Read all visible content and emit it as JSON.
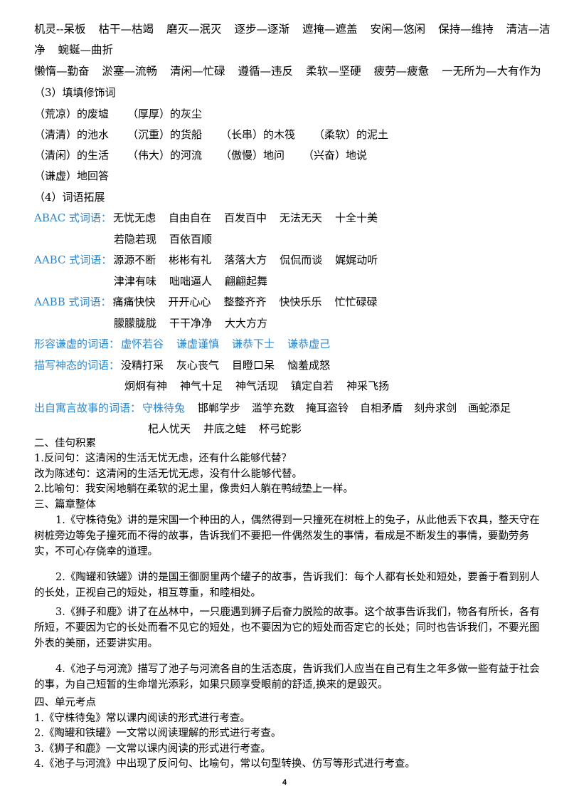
{
  "antonyms": {
    "line1": [
      "机灵--呆板",
      "枯干—枯竭",
      "磨灭—泯灭",
      "逐步—逐渐",
      "遮掩—遮盖",
      "安闲—悠闲",
      "保持—维持",
      "清洁—洁"
    ],
    "line2": [
      "净",
      "蜿蜒—曲折"
    ],
    "line3": [
      "懒惰—勤奋",
      "淤塞—流畅",
      "清闲—忙碌",
      "遵循—违反",
      "柔软—坚硬",
      "疲劳—疲惫",
      "一无所为—大有作为"
    ]
  },
  "modifiers": {
    "heading": "（3）填填修饰词",
    "row1": [
      "（荒凉）的废墟",
      "（厚厚）的灰尘"
    ],
    "row2": [
      "（清清）的池水",
      "（沉重）的货船",
      "（长串）的木筏",
      "（柔软）的泥土"
    ],
    "row3": [
      "（清闲）的生活",
      "（伟大）的河流",
      "（傲慢）地问",
      "（兴奋）地说"
    ],
    "row4": [
      "（谦虚）地回答"
    ]
  },
  "expand": {
    "heading": "（4）词语拓展",
    "abac_label": "ABAC 式词语：",
    "abac_1": [
      "无忧无虑",
      "自由自在",
      "百发百中",
      "无法无天",
      "十全十美"
    ],
    "abac_2": [
      "若隐若现",
      "百依百顺"
    ],
    "aabc_label": "AABC 式词语：",
    "aabc_1": [
      "源源不断",
      "彬彬有礼",
      "落落大方",
      "侃侃而谈",
      "娓娓动听"
    ],
    "aabc_2": [
      "津津有味",
      "咄咄逼人",
      "翩翩起舞"
    ],
    "aabb_label": "AABB 式词语：",
    "aabb_1": [
      "痛痛快快",
      "开开心心",
      "整整齐齐",
      "快快乐乐",
      "忙忙碌碌"
    ],
    "aabb_2": [
      "朦朦胧胧",
      "干干净净",
      "大大方方"
    ],
    "modest_label": "形容谦虚的词语：",
    "modest": [
      "虚怀若谷",
      "谦虚谨慎",
      "谦恭下士",
      "谦恭虚己"
    ],
    "mood_label": "描写神态的词语：",
    "mood_1": [
      "没精打采",
      "灰心丧气",
      "目瞪口呆",
      "恼羞成怒"
    ],
    "mood_2": [
      "炯炯有神",
      "神气十足",
      "神气活现",
      "镇定自若",
      "神采飞扬"
    ],
    "fable_label": "出自寓言故事的词语：",
    "fable_first": "守株待兔",
    "fable_1": [
      "邯郸学步",
      "滥竽充数",
      "掩耳盗铃",
      "自相矛盾",
      "刻舟求剑",
      "画蛇添足"
    ],
    "fable_2": [
      "杞人忧天",
      "井底之蛙",
      "杯弓蛇影"
    ]
  },
  "sentences": {
    "heading": "二、佳句积累",
    "s1": "1.反问句：这清闲的生活无忧无虑，还有什么能够代替？",
    "s1b": "改为陈述句：这清闲的生活无忧无虑，没有什么能够代替。",
    "s2": "2.比喻句：我安闲地躺在柔软的泥土里，像贵妇人躺在鸭绒垫上一样。"
  },
  "overall": {
    "heading": "三、篇章整体",
    "p1": "1.《守株待兔》讲的是宋国一个种田的人，偶然得到一只撞死在树桩上的兔子，从此他丢下农具，整天守在树桩旁边等兔子撞死而不得的故事，告诉我们不要把一件偶然发生的事情，看成是不断发生的事情，要勤劳务实，不可心存侥幸的道理。",
    "p2": "2.《陶罐和铁罐》讲的是国王御厨里两个罐子的故事，告诉我们：每个人都有长处和短处，要善于看到别人的长处，正视自己的短处，相互尊重，和睦相处。",
    "p3": "3.《狮子和鹿》讲了在丛林中，一只鹿遇到狮子后奋力脱险的故事。这个故事告诉我们，物各有所长，各有所短，不要因为它的长处而看不见它的短处，也不要因为它的短处而否定它的长处；同时也告诉我们，不要光图外表的美丽，还要讲实用。",
    "p4": "4.《池子与河流》描写了池子与河流各自的生活态度，告诉我们人应当在自己有生之年多做一些有益于社会的事，为自己短暂的生命增光添彩，如果只顾享受眼前的舒适,换来的是毁灭。"
  },
  "exam": {
    "heading": "四、单元考点",
    "e1": "1.《守株待兔》常以课内阅读的形式进行考查。",
    "e2": "2.《陶罐和铁罐》一文常以阅读理解的形式进行考查。",
    "e3": "3.《狮子和鹿》一文常以课内阅读的形式进行考查。",
    "e4": "4.《池子与河流》中出现了反问句、比喻句，常以句型转换、仿写等形式进行考查。"
  },
  "page_number": "4",
  "colors": {
    "label_blue": "#2e86c8",
    "text": "#000000"
  }
}
